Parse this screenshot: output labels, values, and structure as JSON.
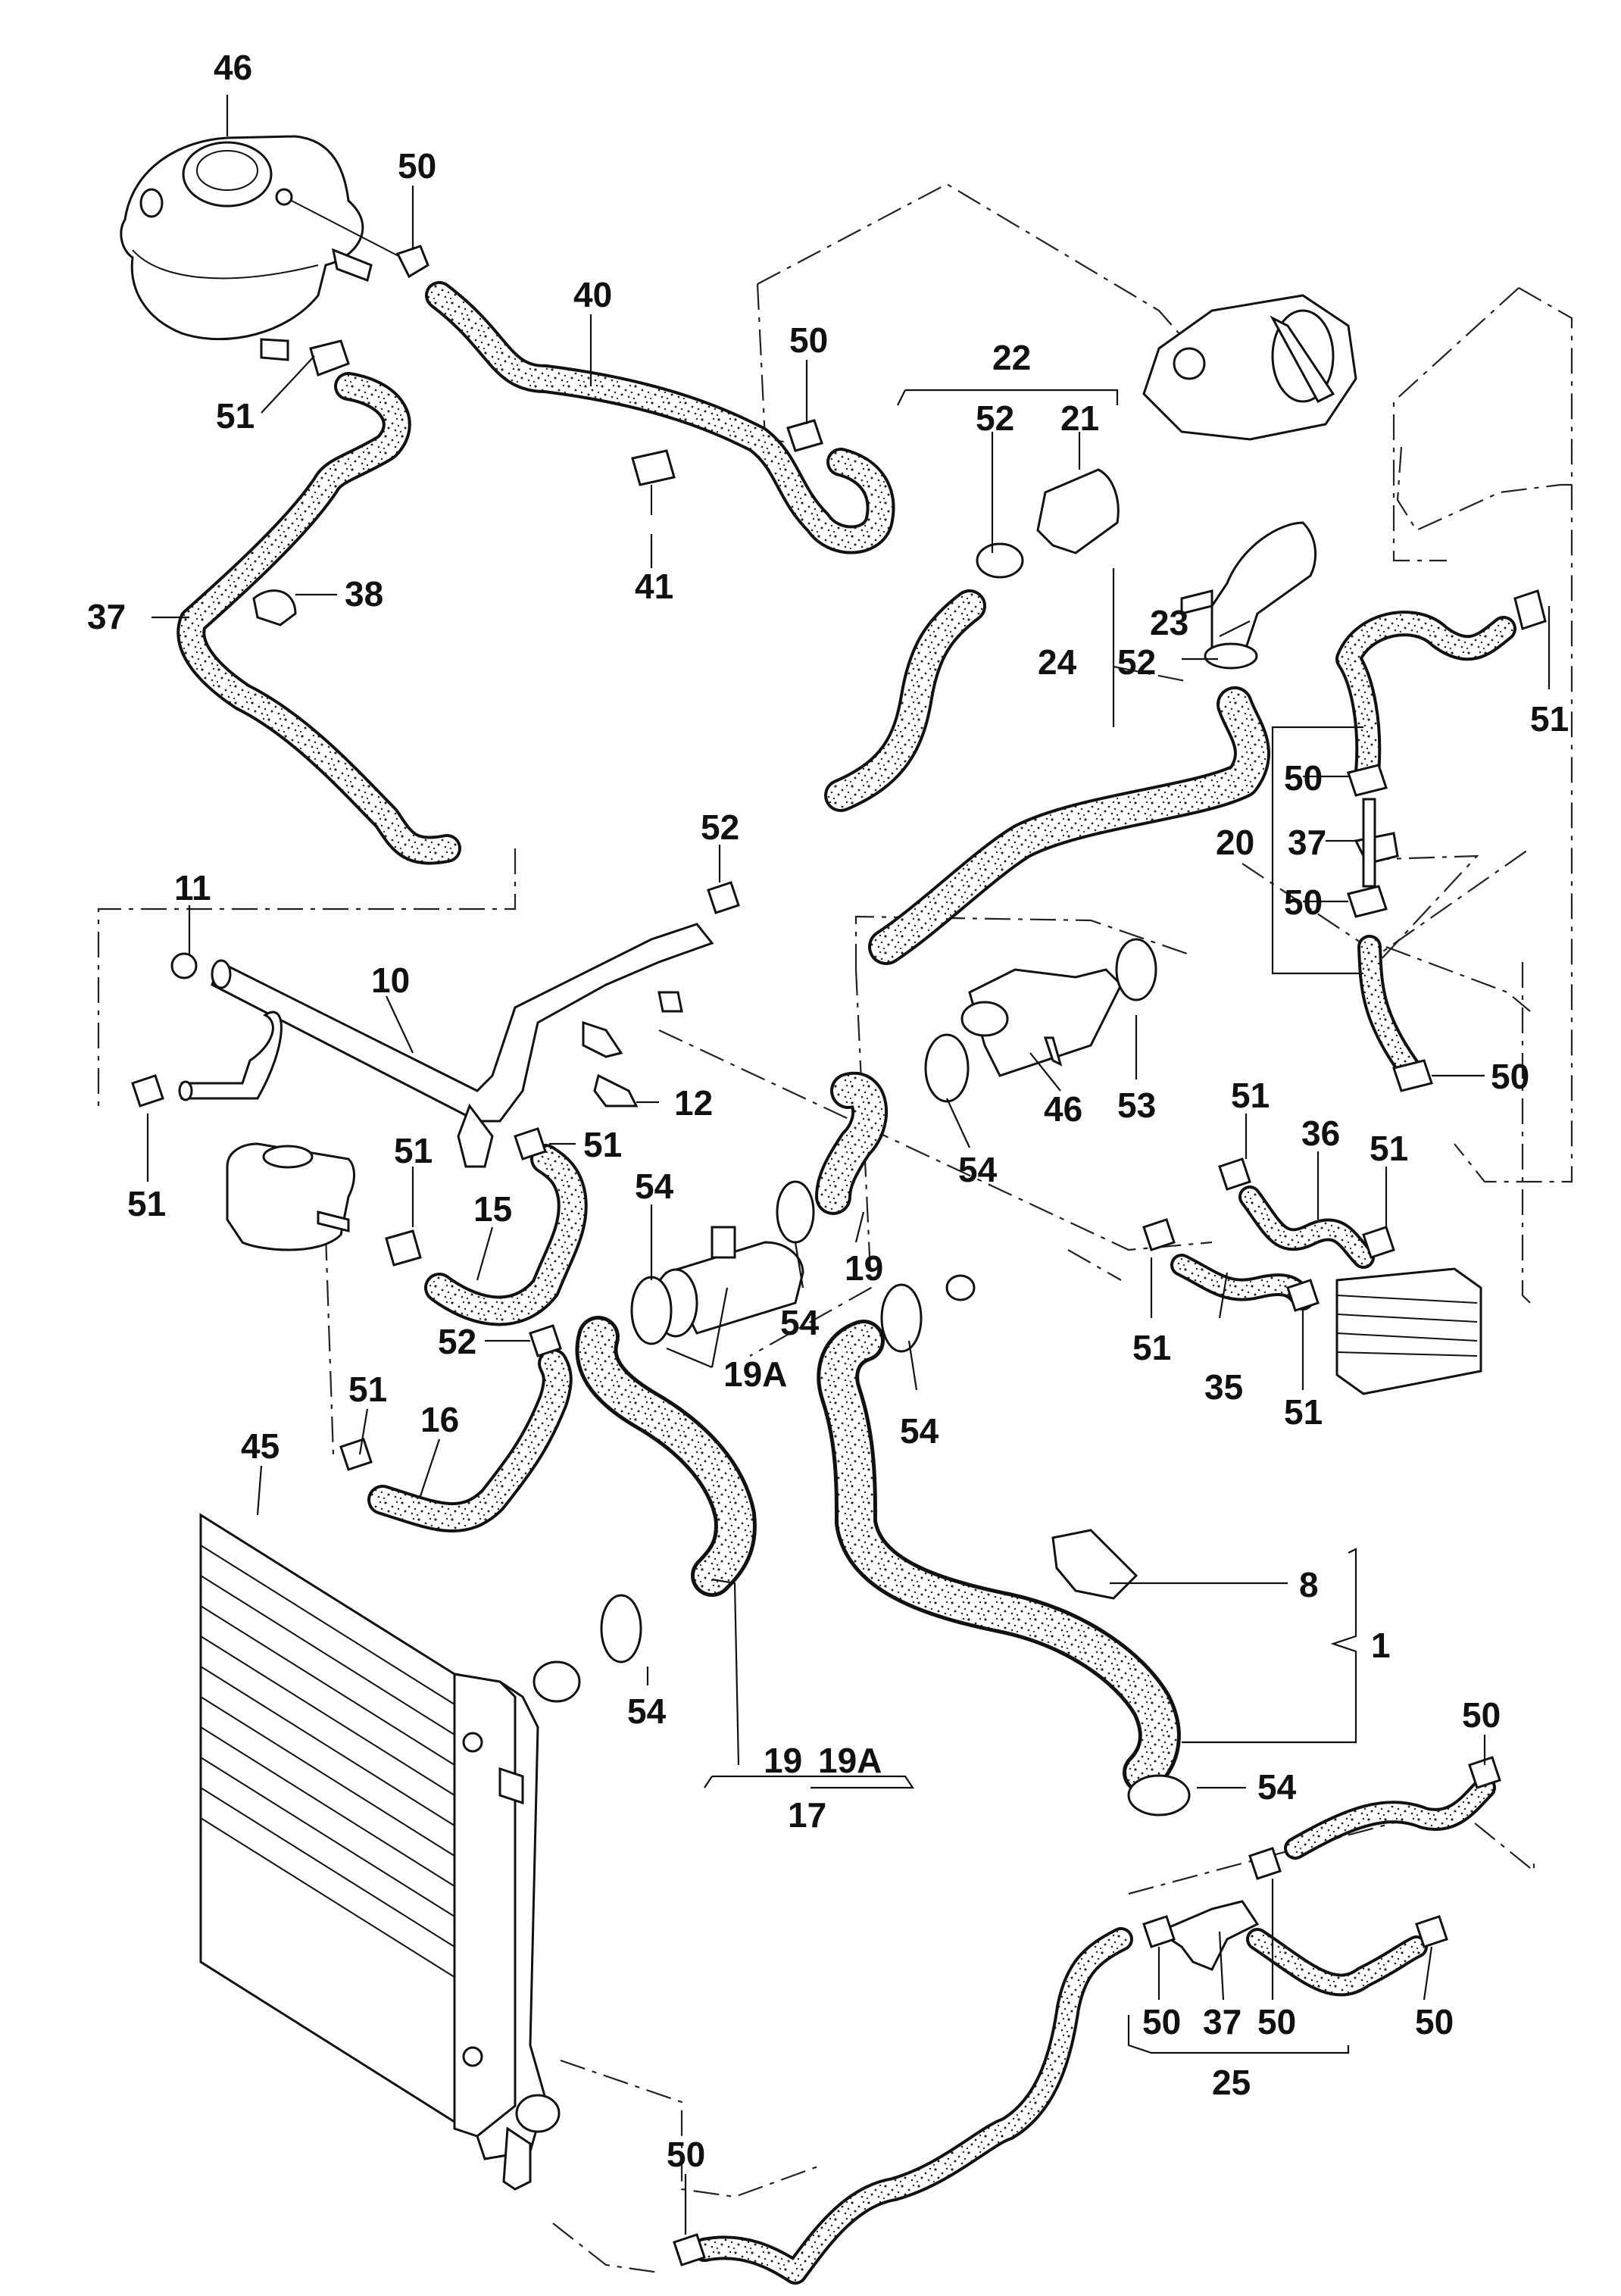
{
  "diagram": {
    "callouts": {
      "c46a": "46",
      "c50a": "50",
      "c40": "40",
      "c51a": "51",
      "c41": "41",
      "c37a": "37",
      "c38": "38",
      "c50b": "50",
      "c22": "22",
      "c52a": "52",
      "c21": "21",
      "c23": "23",
      "c24": "24",
      "c52b": "52",
      "c51b": "51",
      "c50c": "50",
      "c20": "20",
      "c37b": "37",
      "c50d": "50",
      "c52c": "52",
      "c11": "11",
      "c10": "10",
      "c12": "12",
      "c51c": "51",
      "c51d": "51",
      "c51e": "51",
      "c15": "15",
      "c46b": "46",
      "c53": "53",
      "c54a": "54",
      "c51f": "51",
      "c36": "36",
      "c51g": "51",
      "c50e": "50",
      "c54b": "54",
      "c19a": "19",
      "c54c": "54",
      "c52d": "52",
      "c19A": "19A",
      "c54d": "54",
      "c51h": "51",
      "c35": "35",
      "c51i": "51",
      "c51j": "51",
      "c16": "16",
      "c45": "45",
      "c8": "8",
      "c1": "1",
      "c54e": "54",
      "c19b": "19",
      "c19Ab": "19A",
      "c17": "17",
      "c54f": "54",
      "c50f": "50",
      "c50g": "50",
      "c37c": "37",
      "c50h": "50",
      "c50i": "50",
      "c25": "25",
      "c50j": "50"
    }
  }
}
